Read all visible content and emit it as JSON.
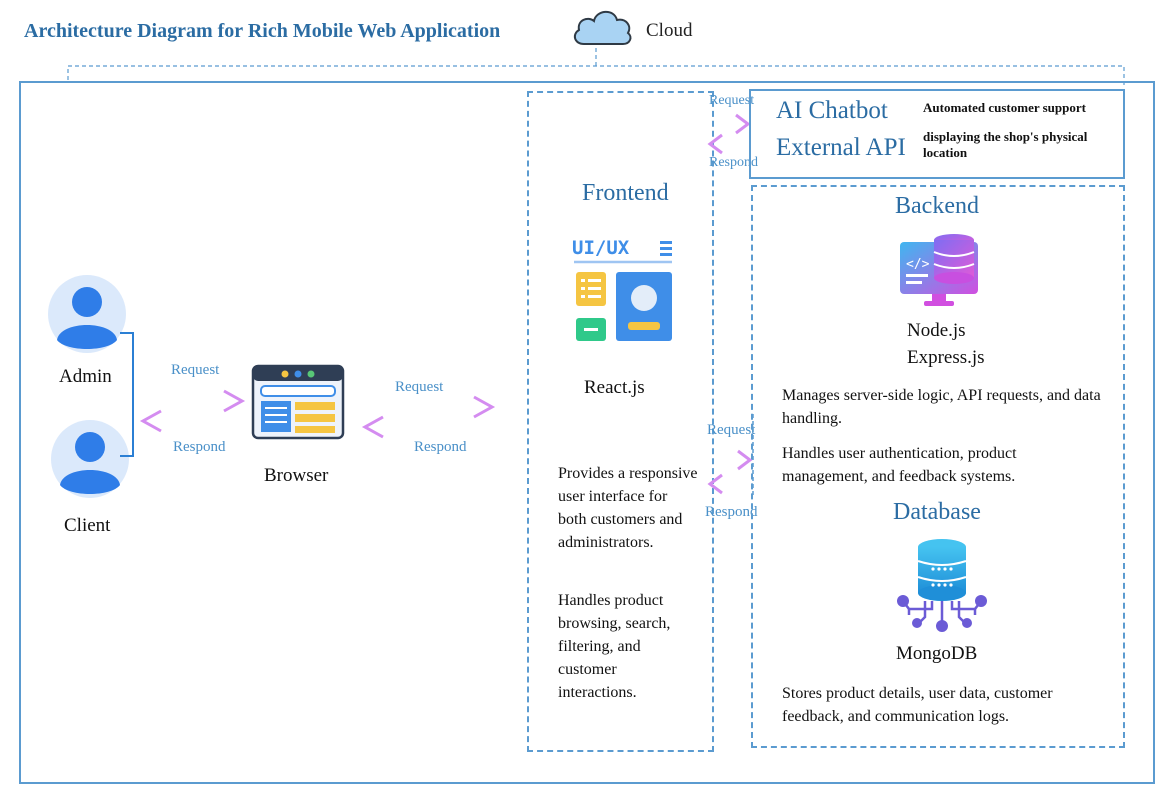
{
  "title": "Architecture Diagram for Rich Mobile Web Application",
  "cloud": {
    "label": "Cloud"
  },
  "users": {
    "admin": "Admin",
    "client": "Client"
  },
  "browser": {
    "label": "Browser"
  },
  "flows": {
    "user_browser": {
      "request": "Request",
      "respond": "Respond"
    },
    "browser_frontend": {
      "request": "Request",
      "respond": "Respond"
    },
    "frontend_external": {
      "request": "Request",
      "respond": "Respond"
    },
    "frontend_backend": {
      "request": "Request",
      "respond": "Respond"
    }
  },
  "frontend": {
    "title": "Frontend",
    "icon_text": "UI/UX",
    "tech": "React.js",
    "desc1": "Provides a responsive user interface for both customers and administrators.",
    "desc2": "Handles product browsing, search, filtering, and customer interactions."
  },
  "external": {
    "chatbot": "AI Chatbot",
    "chatbot_desc": "Automated customer support",
    "api": "External API",
    "api_desc": "displaying the shop's physical location"
  },
  "backend": {
    "title": "Backend",
    "tech1": "Node.js",
    "tech2": "Express.js",
    "desc1": "Manages server-side logic, API requests, and data handling.",
    "desc2": "Handles user authentication, product management, and feedback systems."
  },
  "database": {
    "title": "Database",
    "tech": "MongoDB",
    "desc": "Stores product details, user data, customer feedback, and communication logs."
  },
  "colors": {
    "frame": "#5b9bd0",
    "title_blue": "#2b6ca3",
    "label_blue": "#4a90c8",
    "arrow_violet": "#d48cf0",
    "arrow_cyan": "#9bdcf5"
  }
}
